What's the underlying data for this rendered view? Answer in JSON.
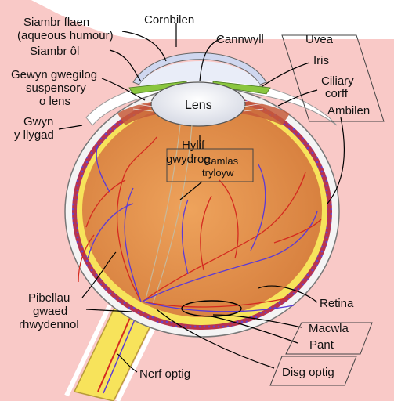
{
  "labels": {
    "anterior_chamber_1": "Siambr flaen",
    "anterior_chamber_2": "(aqueous humour)",
    "posterior_chamber": "Siambr ôl",
    "zonule_1": "Gewyn gwegilog",
    "zonule_2": "suspensory",
    "zonule_3": "o lens",
    "sclera_1": "Gwyn",
    "sclera_2": "y llygad",
    "cornea": "Cornbilen",
    "pupil": "Cannwyll",
    "uvea": "Uvea",
    "iris": "Iris",
    "ciliary_1": "Ciliary",
    "ciliary_2": "corff",
    "choroid": "Ambilen",
    "lens": "Lens",
    "vitreous_1": "Hylif",
    "vitreous_2": "gwydrog",
    "hyaloid_1": "Camlas",
    "hyaloid_2": "tryloyw",
    "retina": "Retina",
    "macula": "Macwla",
    "fovea": "Pant",
    "optic_disc": "Disg optig",
    "optic_nerve": "Nerf optig",
    "vessels_1": "Pibellau",
    "vessels_2": "gwaed",
    "vessels_3": "rhwydennol"
  },
  "colors": {
    "background_tint": "#f9c9c7",
    "sclera": "#f4f4f4",
    "vitreous": "#e8944e",
    "retina": "#f7e35b",
    "choroid": "#a8334d",
    "iris": "#8ac63f",
    "cornea": "#cfd7ef",
    "vessel_red": "#d42a1f",
    "vessel_blue": "#5b3ad6"
  }
}
